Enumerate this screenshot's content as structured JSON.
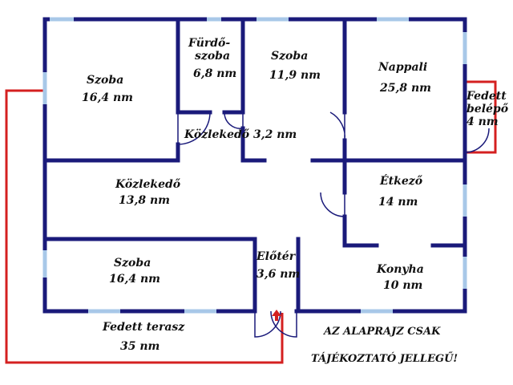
{
  "rooms": {
    "szoba_nw": {
      "name": "Szoba",
      "area": "16,4 nm"
    },
    "furdo": {
      "name_line1": "Fürdő-",
      "name_line2": "szoba",
      "area": "6,8 nm"
    },
    "szoba_n": {
      "name": "Szoba",
      "area": "11,9 nm"
    },
    "nappali": {
      "name": "Nappali",
      "area": "25,8 nm"
    },
    "fedett_belepo": {
      "name_line1": "Fedett",
      "name_line2": "belépő",
      "area": "4 nm"
    },
    "kozlekedo_small": {
      "label": "Közlekedő 3,2 nm"
    },
    "kozlekedo_big": {
      "name": "Közlekedő",
      "area": "13,8 nm"
    },
    "etkezo": {
      "name": "Étkező",
      "area": "14 nm"
    },
    "szoba_sw": {
      "name": "Szoba",
      "area": "16,4 nm"
    },
    "eloter": {
      "name": "Előtér",
      "area": "3,6 nm"
    },
    "konyha": {
      "name": "Konyha",
      "area": "10 nm"
    },
    "terasz": {
      "name": "Fedett terasz",
      "area": "35 nm"
    }
  },
  "note": {
    "line1": "AZ ALAPRAJZ CSAK",
    "line2": "TÁJÉKOZTATÓ JELLEGŰ!"
  },
  "colors": {
    "wall": "#1a1a7a",
    "window": "#a8c8e8",
    "terrace_outline": "#d42020",
    "entry_arrow": "#d42020"
  }
}
